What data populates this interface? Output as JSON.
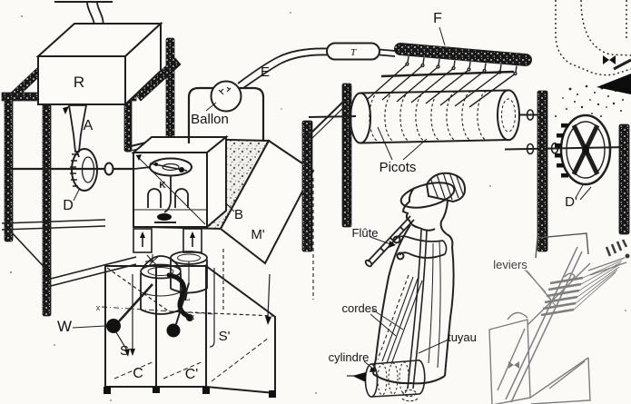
{
  "labels": {
    "r": "R",
    "a": "A",
    "d": "D",
    "ballon": "Ballon",
    "e": "E",
    "t": "T",
    "f": "F",
    "picots": "Picots",
    "b": "B",
    "m_prime": "M'",
    "k": "K",
    "l": "L",
    "w": "W",
    "s": "S",
    "s_prime": "S'",
    "c": "C",
    "c_prime": "C'",
    "d_prime": "D'",
    "flute": "Flûte",
    "cordes": "cordes",
    "tuyau": "tuyau",
    "cylindre": "cylindre",
    "leviers": "leviers",
    "x_mark": "x"
  },
  "colors": {
    "ink": "#1c1c1c",
    "sketch": "#7e7e7e",
    "paper": "#fbfaf7"
  }
}
